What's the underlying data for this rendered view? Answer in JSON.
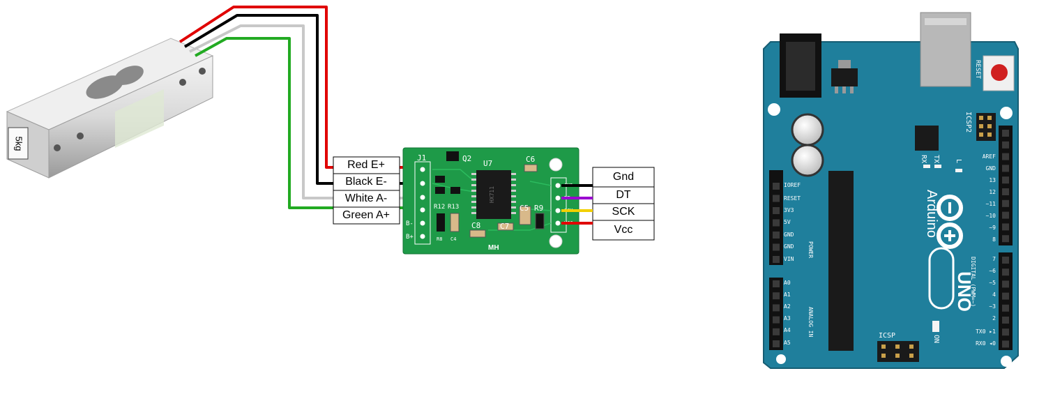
{
  "load_cell": {
    "capacity_label": "5kg"
  },
  "hx711": {
    "left_labels": [
      "Red E+",
      "Black E-",
      "White A-",
      "Green A+"
    ],
    "right_labels": [
      "Gnd",
      "DT",
      "SCK",
      "Vcc"
    ],
    "header_left": "J1",
    "header_left_pins": [
      "B-",
      "B+"
    ],
    "header_right_pins": [
      "GND",
      "DT",
      "SCK",
      "VCC"
    ],
    "components": {
      "q2": "Q2",
      "u7": "U7",
      "c6": "C6",
      "c5": "C5",
      "r9": "R9",
      "c7": "C7",
      "c8": "C8",
      "r12": "R12",
      "r13": "R13",
      "r8": "R8",
      "c4": "C4"
    },
    "chip_text": "HX711",
    "brand": "MH"
  },
  "arduino": {
    "name": "Arduino",
    "model": "UNO",
    "reset": "RESET",
    "icsp2": "ICSP2",
    "icsp": "ICSP",
    "on": "ON",
    "leds": [
      "RX",
      "TX",
      "L"
    ],
    "power_pins": [
      "IOREF",
      "RESET",
      "3V3",
      "5V",
      "GND",
      "GND",
      "VIN"
    ],
    "power_title": "POWER",
    "analog_pins": [
      "A0",
      "A1",
      "A2",
      "A3",
      "A4",
      "A5"
    ],
    "analog_title": "ANALOG IN",
    "digital_top": [
      "AREF",
      "GND",
      "13",
      "12",
      "~11",
      "~10",
      "~9",
      "8"
    ],
    "digital_bottom": [
      "7",
      "~6",
      "~5",
      "4",
      "~3",
      "2",
      "TX0 ▸1",
      "RX0 ◂0"
    ],
    "digital_title": "DIGITAL (PWM=~)"
  },
  "colors": {
    "red_wire": "#e00000",
    "black_wire": "#000000",
    "white_wire": "#c8c8c8",
    "green_wire": "#22aa22",
    "yellow_wire": "#f2d000",
    "purple_wire": "#9a00d0",
    "hx711_pcb": "#1e9a48",
    "arduino_pcb": "#1f7f9c"
  }
}
